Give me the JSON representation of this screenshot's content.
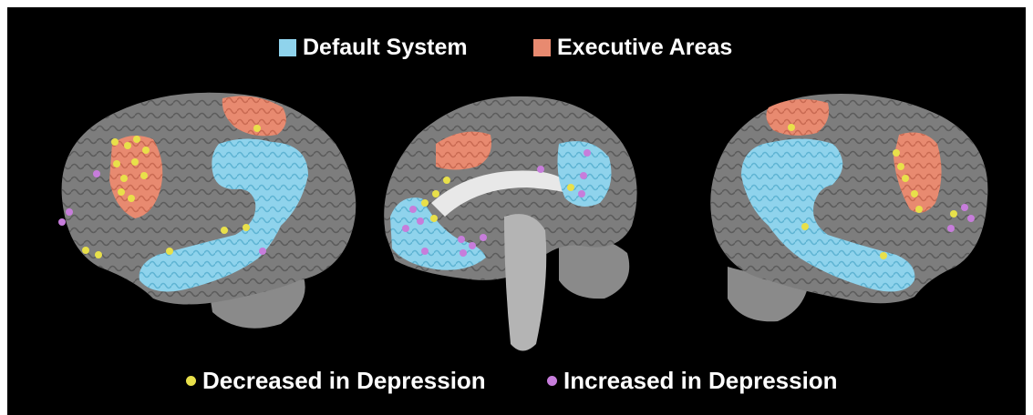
{
  "legend": {
    "default_label": "Default System",
    "executive_label": "Executive Areas",
    "decreased_label": "Decreased in Depression",
    "increased_label": "Increased in Depression"
  },
  "colors": {
    "background": "#000000",
    "cortex": "#7d7d7d",
    "default_system": "#8fd3ec",
    "executive_areas": "#e88a70",
    "decreased_dot": "#e8e04a",
    "increased_dot": "#c77ddb",
    "text": "#ffffff"
  },
  "views": [
    "left-lateral",
    "medial",
    "right-lateral"
  ]
}
